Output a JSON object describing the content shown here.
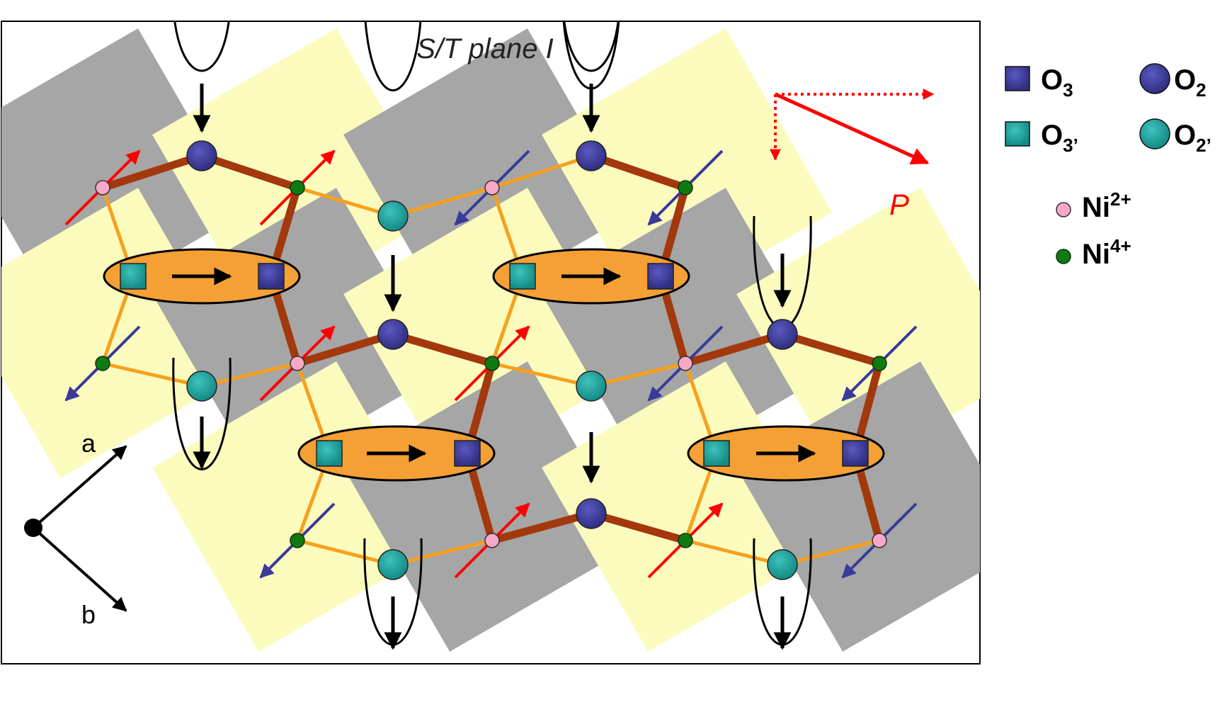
{
  "panel": {
    "title": "S/T plane I"
  },
  "polarization": {
    "label": "P",
    "color": "#ff0000"
  },
  "axes": {
    "a_label": "a",
    "b_label": "b"
  },
  "legend": {
    "o3": {
      "base": "O",
      "sub": "3",
      "color": "#3b3a96"
    },
    "o2": {
      "base": "O",
      "sub": "2",
      "color": "#3b3a96"
    },
    "o3p": {
      "base": "O",
      "sub": "3’",
      "color": "#1a9a95"
    },
    "o2p": {
      "base": "O",
      "sub": "2’",
      "color": "#1a9a95"
    },
    "ni2": {
      "base": "Ni",
      "sup": "2+",
      "color": "#f7a8c8"
    },
    "ni4": {
      "base": "Ni",
      "sup": "4+",
      "color": "#0f7a0f"
    }
  },
  "colors": {
    "gray_octahedron": "#a6a6a6",
    "yellow_octahedron": "#fbfbbe",
    "thick_bond": "#a3380d",
    "thin_bond": "#f7a01d",
    "ellipse_fill": "#f5a035",
    "spin_up": "#ff0000",
    "spin_down": "#3a3a9a"
  }
}
